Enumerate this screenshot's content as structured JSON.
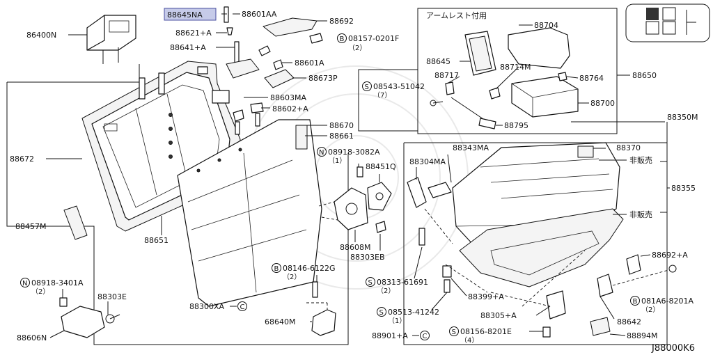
{
  "diagram": {
    "diagram_code": "J88000K6",
    "highlight_color": "#c6cbe9",
    "armrest_box_title": "アームレスト付用",
    "parts": {
      "p88645NA": "88645NA",
      "p88601AA": "88601AA",
      "p88692": "88692",
      "p08157": "08157-0201F",
      "p08157_qty": "（2）",
      "p86400N": "86400N",
      "p88621A": "88621+A",
      "p88641A": "88641+A",
      "p88601A": "88601A",
      "p88673P": "88673P",
      "p88603MA": "88603MA",
      "p88602A": "88602+A",
      "p88670": "88670",
      "p88661": "88661",
      "p08918_3082A": "08918-3082A",
      "p08918_3082A_qty": "（1）",
      "p88451Q": "88451Q",
      "p88672": "88672",
      "p88457M": "88457M",
      "p88651": "88651",
      "p88608M": "88608M",
      "p88303EB": "88303EB",
      "p08146": "08146-6122G",
      "p08146_qty": "（2）",
      "p08918_3401A": "08918-3401A",
      "p08918_3401A_qty": "（2）",
      "p88303E": "88303E",
      "p88606N": "88606N",
      "p88300XA": "88300XA",
      "p68640M": "68640M",
      "p88704": "88704",
      "p88645": "88645",
      "p88717": "88717",
      "p88714M": "88714M",
      "p88764": "88764",
      "p88650": "88650",
      "p08543": "08543-51042",
      "p08543_qty": "（7）",
      "p88700": "88700",
      "p88795": "88795",
      "p88350M": "88350M",
      "p88343MA": "88343MA",
      "p88370": "88370",
      "p88304MA": "88304MA",
      "not_for_sale_1": "非販売",
      "p88355": "88355",
      "not_for_sale_2": "非販売",
      "p88692A": "88692+A",
      "p08313": "08313-61691",
      "p08313_qty": "（2）",
      "p88399A": "88399+A",
      "p081A6": "081A6-8201A",
      "p081A6_qty": "（2）",
      "p08513": "08513-41242",
      "p08513_qty": "（1）",
      "p88305A": "88305+A",
      "p88642": "88642",
      "p08156": "08156-8201E",
      "p08156_qty": "（4）",
      "p88901A": "88901+A",
      "p88894M": "88894M"
    },
    "prefix_marks": {
      "B": "B",
      "N": "N",
      "S": "S"
    },
    "reference_marks": {
      "C": "C"
    }
  }
}
